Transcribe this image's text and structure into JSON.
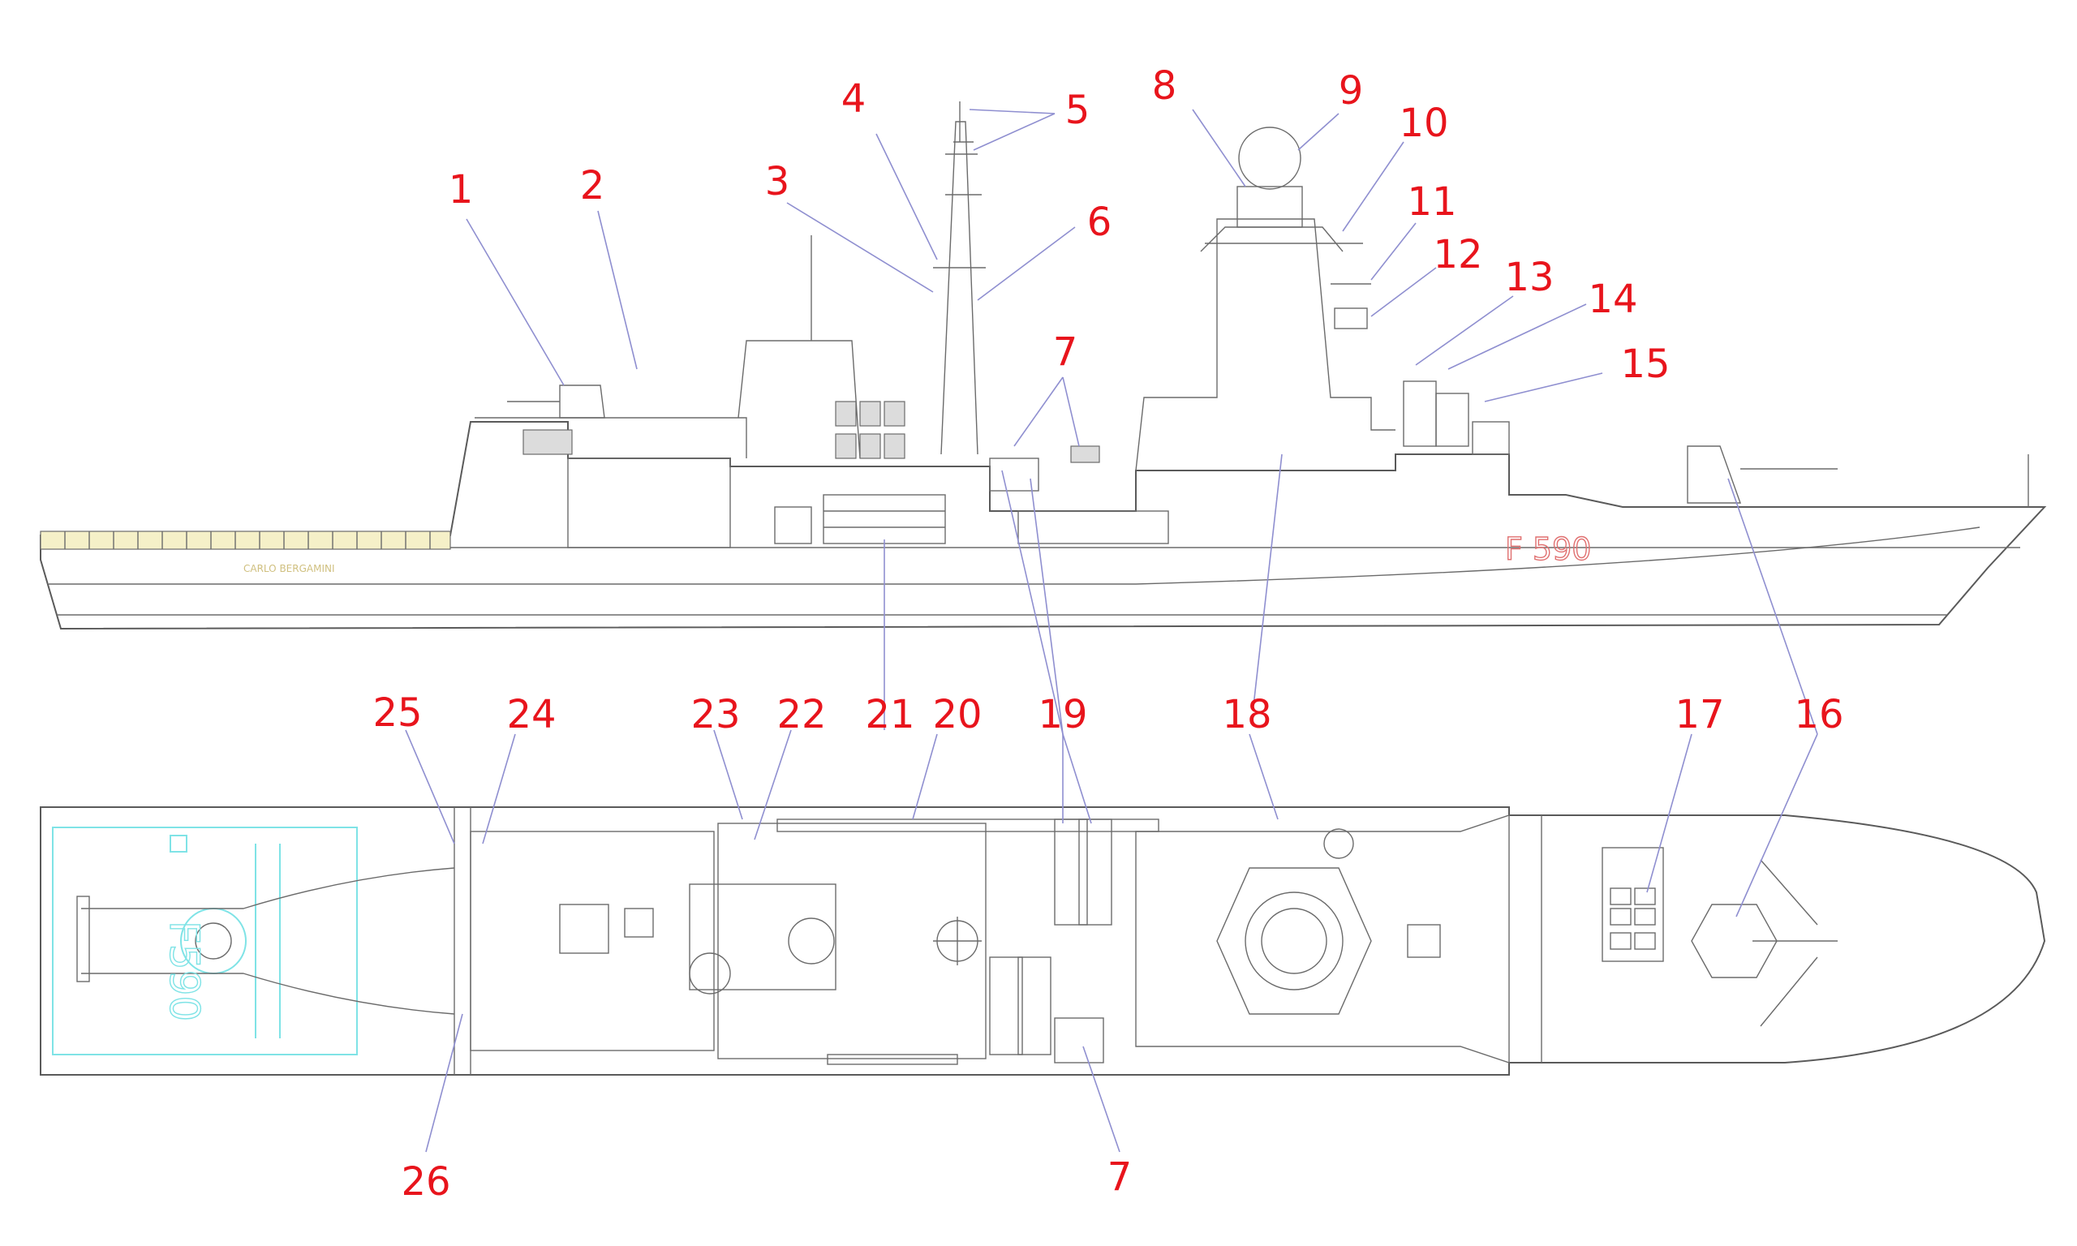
{
  "ship": {
    "name_plate": "CARLO BERGAMINI",
    "pennant_side": "F 590",
    "pennant_deck": "F590"
  },
  "colors": {
    "labels": "#e8141c",
    "leaders": "#8f8fd0",
    "lines": "#5a5a5a",
    "helideck": "#7fe3e6",
    "pennant": "#e07070"
  },
  "callouts": [
    {
      "id": "c1",
      "text": "1"
    },
    {
      "id": "c2",
      "text": "2"
    },
    {
      "id": "c3",
      "text": "3"
    },
    {
      "id": "c4",
      "text": "4"
    },
    {
      "id": "c5",
      "text": "5"
    },
    {
      "id": "c6",
      "text": "6"
    },
    {
      "id": "c7a",
      "text": "7"
    },
    {
      "id": "c8",
      "text": "8"
    },
    {
      "id": "c9",
      "text": "9"
    },
    {
      "id": "c10",
      "text": "10"
    },
    {
      "id": "c11",
      "text": "11"
    },
    {
      "id": "c12",
      "text": "12"
    },
    {
      "id": "c13",
      "text": "13"
    },
    {
      "id": "c14",
      "text": "14"
    },
    {
      "id": "c15",
      "text": "15"
    },
    {
      "id": "c25",
      "text": "25"
    },
    {
      "id": "c24",
      "text": "24"
    },
    {
      "id": "c23",
      "text": "23"
    },
    {
      "id": "c22",
      "text": "22"
    },
    {
      "id": "c21",
      "text": "21"
    },
    {
      "id": "c20",
      "text": "20"
    },
    {
      "id": "c19",
      "text": "19"
    },
    {
      "id": "c18",
      "text": "18"
    },
    {
      "id": "c17",
      "text": "17"
    },
    {
      "id": "c16",
      "text": "16"
    },
    {
      "id": "c26",
      "text": "26"
    },
    {
      "id": "c7b",
      "text": "7"
    }
  ]
}
